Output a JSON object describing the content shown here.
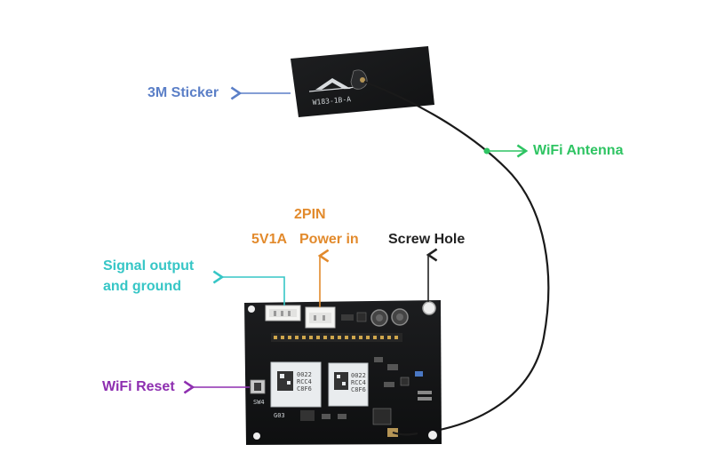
{
  "colors": {
    "sticker": "#5b7fc7",
    "wifi_antenna": "#2fc463",
    "power": "#e28a2c",
    "screw_hole": "#222222",
    "signal": "#36c6c6",
    "wifi_reset": "#8e2fb0"
  },
  "labels": {
    "sticker": "3M Sticker",
    "wifi_antenna": "WiFi Antenna",
    "two_pin": "2PIN",
    "voltage": "5V1A",
    "power_in": "Power in",
    "screw_hole": "Screw Hole",
    "signal_line1": "Signal output",
    "signal_line2": "and ground",
    "wifi_reset": "WiFi Reset"
  },
  "sticker_print": "W183-1B-A",
  "module_print": {
    "left": [
      "0022",
      "RCC4",
      "C8F6"
    ],
    "right": [
      "0022",
      "RCC4",
      "C8F6"
    ]
  },
  "board_print": {
    "reset_silk": "SW4",
    "bottom_silk": "G03"
  }
}
